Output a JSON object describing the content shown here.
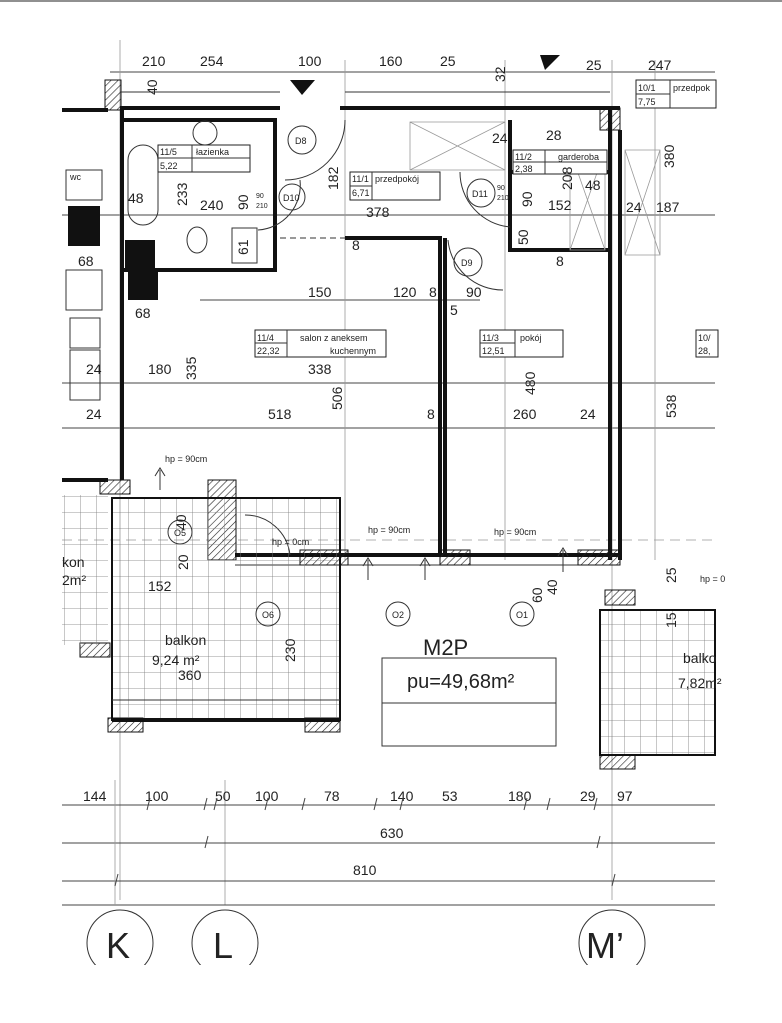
{
  "plan": {
    "unit_code": "M2P",
    "usable_area": "pu=49,68m²",
    "rooms": [
      {
        "id": "11/5",
        "name": "łazienka",
        "area": "5,22"
      },
      {
        "id": "11/1",
        "name": "przedpokój",
        "area": "6,71"
      },
      {
        "id": "11/2",
        "name": "garderoba",
        "area": "2,38"
      },
      {
        "id": "10/1",
        "name": "przedpok",
        "area": "7,75"
      },
      {
        "id": "11/4",
        "name": "salon z aneksem",
        "name2": "kuchennym",
        "area": "22,32"
      },
      {
        "id": "11/3",
        "name": "pokój",
        "area": "12,51"
      },
      {
        "id": "10/",
        "name": "",
        "area": "28,"
      }
    ],
    "balconies": [
      {
        "name": "balkon",
        "area": "9,24 m²",
        "width": "360"
      },
      {
        "name": "balko",
        "area": "7,82m²"
      },
      {
        "name": "kon",
        "area": "2m²"
      }
    ],
    "doors": [
      "D8",
      "D10",
      "D11",
      "D9"
    ],
    "windows": [
      "O5",
      "O6",
      "O2",
      "O1"
    ],
    "door_size": "90",
    "door_height": "210",
    "sill_heights": [
      "hp = 90cm",
      "hp = 0cm",
      "hp = 90cm",
      "hp = 90cm",
      "hp = 0"
    ],
    "dims_top": [
      "210",
      "254",
      "100",
      "160",
      "25",
      "32",
      "25",
      "247",
      "40"
    ],
    "dims_upper": [
      "48",
      "233",
      "240",
      "90",
      "182",
      "378",
      "90",
      "152",
      "48",
      "208",
      "24",
      "187",
      "380",
      "50",
      "61",
      "68",
      "8",
      "8",
      "24",
      "28"
    ],
    "dims_middle": [
      "150",
      "120",
      "8",
      "90",
      "5",
      "24",
      "180",
      "335",
      "338",
      "506",
      "480",
      "538",
      "24",
      "518",
      "8",
      "260",
      "24",
      "68"
    ],
    "dims_lower": [
      "152",
      "20",
      "230",
      "60",
      "40",
      "25",
      "15",
      "40"
    ],
    "dims_bottom": [
      "144",
      "100",
      "50",
      "100",
      "78",
      "140",
      "53",
      "180",
      "29",
      "97"
    ],
    "dim_630": "630",
    "dim_810": "810",
    "axes": [
      "K",
      "L",
      "M’"
    ]
  }
}
